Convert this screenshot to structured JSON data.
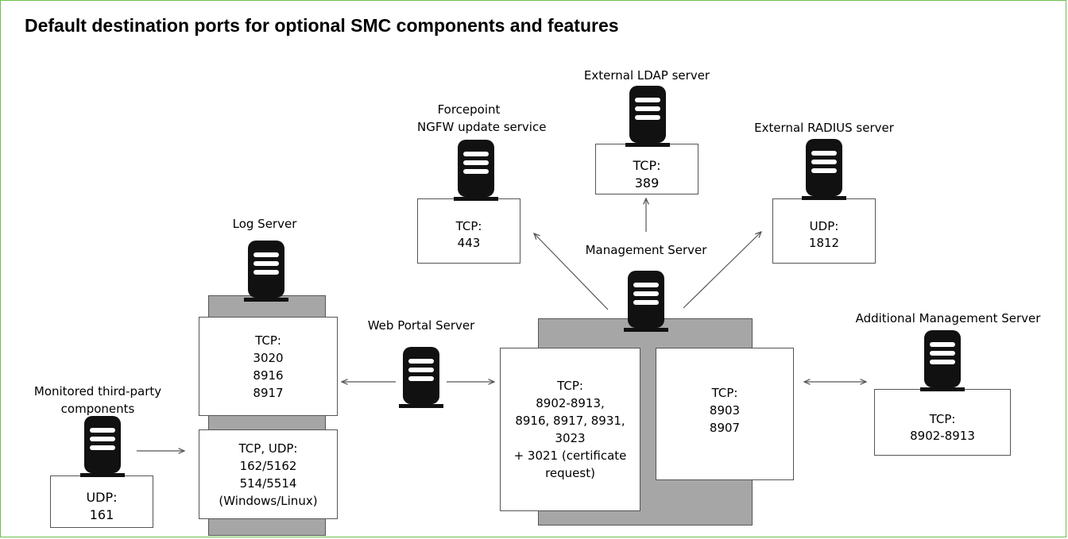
{
  "title": "Default destination ports for optional SMC components and features",
  "nodes": {
    "forcepoint": {
      "label_lines": [
        "Forcepoint",
        "NGFW update service"
      ],
      "port_lines": [
        "TCP:",
        "443"
      ]
    },
    "ldap": {
      "label_lines": [
        "External LDAP server"
      ],
      "port_lines": [
        "TCP:",
        "389"
      ]
    },
    "radius": {
      "label_lines": [
        "External RADIUS server"
      ],
      "port_lines": [
        "UDP:",
        "1812"
      ]
    },
    "management": {
      "label_lines": [
        "Management Server"
      ],
      "left_port_lines": [
        "TCP:",
        "8902-8913,",
        "8916, 8917, 8931,",
        "3023",
        "+ 3021 (certificate",
        "request)"
      ],
      "right_port_lines": [
        "TCP:",
        "8903",
        "8907"
      ]
    },
    "log": {
      "label_lines": [
        "Log Server"
      ],
      "port_top_lines": [
        "TCP:",
        "3020",
        "8916",
        "8917"
      ],
      "port_bottom_lines": [
        "TCP, UDP:",
        "162/5162",
        "514/5514",
        "(Windows/Linux)"
      ]
    },
    "webportal": {
      "label_lines": [
        "Web Portal Server"
      ]
    },
    "additional": {
      "label_lines": [
        "Additional Management Server"
      ],
      "port_lines": [
        "TCP:",
        "8902-8913"
      ]
    },
    "monitored": {
      "label_lines": [
        "Monitored third-party",
        "components"
      ],
      "port_lines": [
        "UDP:",
        "161"
      ]
    }
  },
  "icons": [
    "server-icon"
  ],
  "colors": {
    "frame_border": "#6cbf4f",
    "server_body": "#111111",
    "gray_panel": "#a6a6a6",
    "arrow": "#555555"
  }
}
